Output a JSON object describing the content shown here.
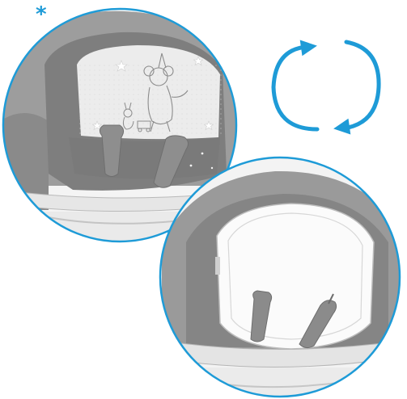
{
  "figure": {
    "marker_symbol": "*",
    "accent_color": "#1e9bd7",
    "panels": [
      {
        "id": "patterned-insert",
        "icon": "printed-seat-insert-with-mouse-illustration"
      },
      {
        "id": "plain-insert",
        "icon": "white-quilted-seat-insert"
      }
    ],
    "swap_icon": "circular-arrows-icon"
  }
}
